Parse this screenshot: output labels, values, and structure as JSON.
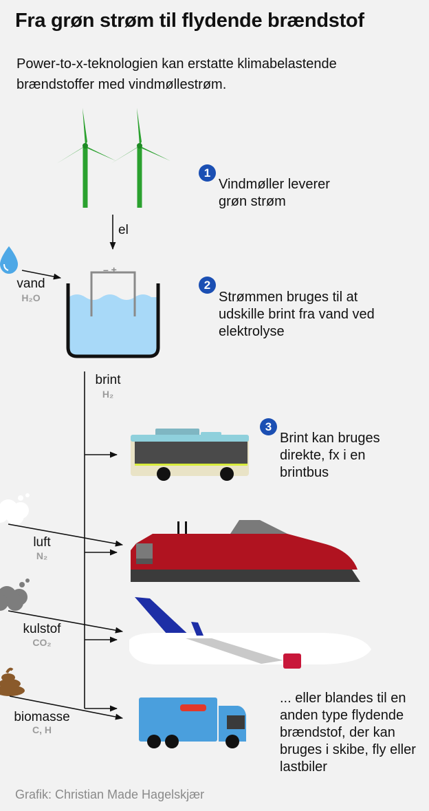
{
  "title": "Fra grøn strøm til flydende brændstof",
  "intro": "Power-to-x-teknologien kan erstatte klimabelastende brændstoffer med vindmøllestrøm.",
  "steps": [
    {
      "number": "1",
      "text": "Vindmøller leverer grøn strøm"
    },
    {
      "number": "2",
      "text": "Strømmen bruges til at udskille brint fra vand ved elektrolyse"
    },
    {
      "number": "3",
      "text": "Brint kan bruges direkte, fx i en brintbus"
    }
  ],
  "final_text": "... eller blandes til en anden type flydende brændstof, der kan bruges i skibe, fly eller lastbiler",
  "labels": {
    "el": "el",
    "electrode_sign": "– +",
    "vand": "vand",
    "vand_formula": "H₂O",
    "brint": "brint",
    "brint_formula": "H₂",
    "luft": "luft",
    "luft_formula": "N₂",
    "kulstof": "kulstof",
    "kulstof_formula": "CO₂",
    "biomasse": "biomasse",
    "biomasse_formula": "C, H"
  },
  "credit": "Grafik: Christian Made Hagelskjær",
  "colors": {
    "badge": "#1b4fb3",
    "turbine": "#2ba12f",
    "water": "#a8d9f8",
    "bus": "#e9e3c6",
    "ship": "#b01320",
    "plane_tail": "#1d2ea6",
    "truck": "#4a9fdd",
    "formula": "#9c9c9c"
  }
}
